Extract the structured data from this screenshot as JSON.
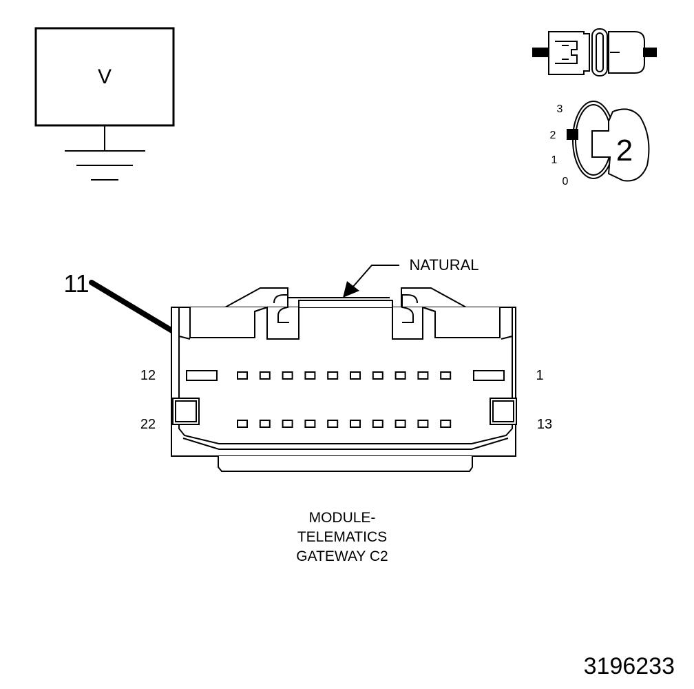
{
  "meter": {
    "symbol": "V"
  },
  "ignition": {
    "positions": [
      "3",
      "2",
      "1",
      "0"
    ],
    "key_label": "2"
  },
  "connector": {
    "callout_pin": "11",
    "color_label": "NATURAL",
    "pin_labels": {
      "top_left": "12",
      "top_right": "1",
      "bottom_left": "22",
      "bottom_right": "13"
    },
    "title_lines": [
      "MODULE-",
      "TELEMATICS",
      "GATEWAY C2"
    ],
    "top_row_cavities": 10,
    "bottom_row_cavities": 10
  },
  "figure_number": "3196233"
}
